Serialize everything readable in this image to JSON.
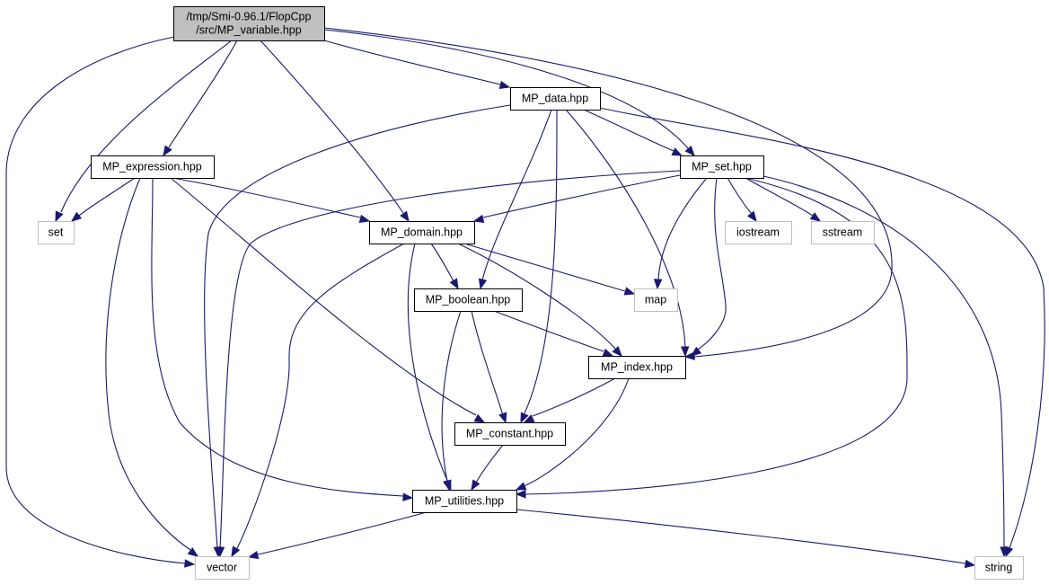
{
  "graph": {
    "colors": {
      "edge": "#191970",
      "focus_fill": "#bfbfbf",
      "node_border": "#000000",
      "external_border": "#bfbfbf",
      "background": "#ffffff"
    },
    "nodes": [
      {
        "id": "mp_variable",
        "lines": [
          "/tmp/Smi-0.96.1/FlopCpp",
          "/src/MP_variable.hpp"
        ],
        "kind": "focus"
      },
      {
        "id": "mp_data",
        "lines": [
          "MP_data.hpp"
        ],
        "kind": "file"
      },
      {
        "id": "mp_expression",
        "lines": [
          "MP_expression.hpp"
        ],
        "kind": "file"
      },
      {
        "id": "mp_set",
        "lines": [
          "MP_set.hpp"
        ],
        "kind": "file"
      },
      {
        "id": "set",
        "lines": [
          "set"
        ],
        "kind": "external"
      },
      {
        "id": "mp_domain",
        "lines": [
          "MP_domain.hpp"
        ],
        "kind": "file"
      },
      {
        "id": "iostream",
        "lines": [
          "iostream"
        ],
        "kind": "external"
      },
      {
        "id": "sstream",
        "lines": [
          "sstream"
        ],
        "kind": "external"
      },
      {
        "id": "mp_boolean",
        "lines": [
          "MP_boolean.hpp"
        ],
        "kind": "file"
      },
      {
        "id": "map",
        "lines": [
          "map"
        ],
        "kind": "external"
      },
      {
        "id": "mp_index",
        "lines": [
          "MP_index.hpp"
        ],
        "kind": "file"
      },
      {
        "id": "mp_constant",
        "lines": [
          "MP_constant.hpp"
        ],
        "kind": "file"
      },
      {
        "id": "mp_utilities",
        "lines": [
          "MP_utilities.hpp"
        ],
        "kind": "file"
      },
      {
        "id": "vector",
        "lines": [
          "vector"
        ],
        "kind": "external"
      },
      {
        "id": "string",
        "lines": [
          "string"
        ],
        "kind": "external"
      }
    ],
    "edges": [
      {
        "from": "mp_variable",
        "to": "mp_data"
      },
      {
        "from": "mp_variable",
        "to": "mp_expression"
      },
      {
        "from": "mp_variable",
        "to": "set"
      },
      {
        "from": "mp_variable",
        "to": "vector"
      },
      {
        "from": "mp_variable",
        "to": "mp_domain"
      },
      {
        "from": "mp_variable",
        "to": "mp_set"
      },
      {
        "from": "mp_variable",
        "to": "mp_index"
      },
      {
        "from": "mp_data",
        "to": "vector"
      },
      {
        "from": "mp_data",
        "to": "mp_set"
      },
      {
        "from": "mp_data",
        "to": "mp_boolean"
      },
      {
        "from": "mp_data",
        "to": "mp_constant"
      },
      {
        "from": "mp_data",
        "to": "mp_index"
      },
      {
        "from": "mp_data",
        "to": "string"
      },
      {
        "from": "mp_expression",
        "to": "set"
      },
      {
        "from": "mp_expression",
        "to": "mp_domain"
      },
      {
        "from": "mp_expression",
        "to": "vector"
      },
      {
        "from": "mp_expression",
        "to": "mp_utilities"
      },
      {
        "from": "mp_expression",
        "to": "mp_constant"
      },
      {
        "from": "mp_set",
        "to": "mp_domain"
      },
      {
        "from": "mp_set",
        "to": "vector"
      },
      {
        "from": "mp_set",
        "to": "iostream"
      },
      {
        "from": "mp_set",
        "to": "sstream"
      },
      {
        "from": "mp_set",
        "to": "map"
      },
      {
        "from": "mp_set",
        "to": "mp_index"
      },
      {
        "from": "mp_set",
        "to": "mp_utilities"
      },
      {
        "from": "mp_set",
        "to": "string"
      },
      {
        "from": "mp_domain",
        "to": "mp_boolean"
      },
      {
        "from": "mp_domain",
        "to": "map"
      },
      {
        "from": "mp_domain",
        "to": "mp_index"
      },
      {
        "from": "mp_domain",
        "to": "vector"
      },
      {
        "from": "mp_domain",
        "to": "mp_utilities"
      },
      {
        "from": "mp_boolean",
        "to": "mp_index"
      },
      {
        "from": "mp_boolean",
        "to": "mp_constant"
      },
      {
        "from": "mp_boolean",
        "to": "mp_utilities"
      },
      {
        "from": "mp_index",
        "to": "mp_constant"
      },
      {
        "from": "mp_index",
        "to": "mp_utilities"
      },
      {
        "from": "mp_constant",
        "to": "mp_utilities"
      },
      {
        "from": "mp_utilities",
        "to": "vector"
      },
      {
        "from": "mp_utilities",
        "to": "string"
      }
    ]
  }
}
